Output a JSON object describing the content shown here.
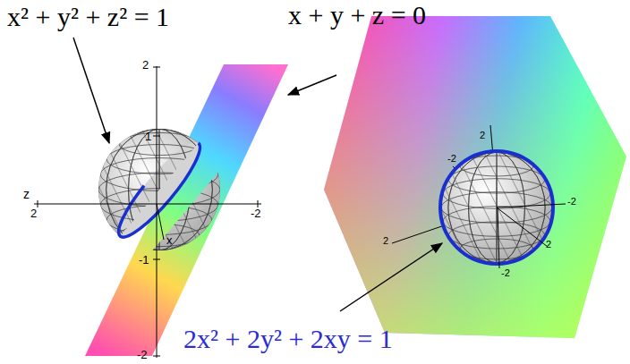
{
  "diagram": {
    "labels": [
      "x² + y² + z² = 1",
      "x + y + z = 0",
      "2",
      "1",
      "z",
      "2",
      "-2",
      "x",
      "-1",
      "-2",
      "2",
      "-2",
      "2",
      "2",
      "-2",
      "-2",
      "2x² + 2y² + 2xy = 1"
    ]
  }
}
